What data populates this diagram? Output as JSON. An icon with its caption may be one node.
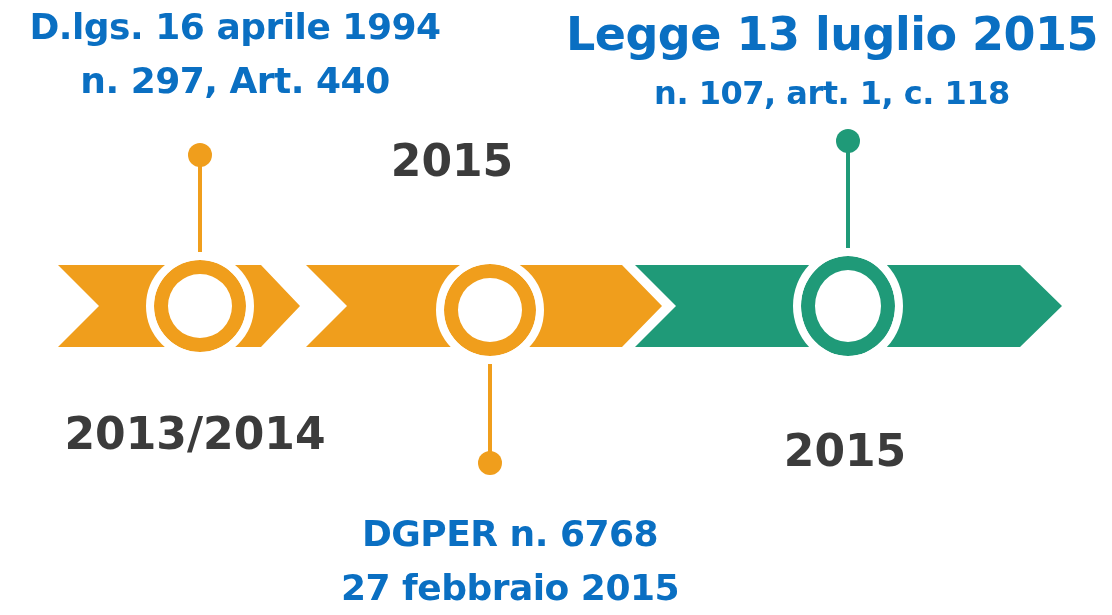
{
  "diagram": {
    "nodes": [
      {
        "text": [
          "D.lgs. 16 aprile 1994",
          "n. 297, Art. 440"
        ]
      },
      {
        "text": [
          "Legge 13 luglio 2015",
          "n. 107, art. 1, c. 118"
        ]
      },
      {
        "text": [
          "DGPER n. 6768",
          "27 febbraio 2015"
        ]
      },
      {
        "text": [],
        "shape": "circle"
      },
      {
        "text": [],
        "shape": "circle"
      },
      {
        "text": [],
        "shape": "circle"
      }
    ],
    "edges": [
      {
        "from": 0,
        "to": 3,
        "arrow": "other"
      },
      {
        "from": 2,
        "to": 4,
        "arrow": "other"
      },
      {
        "from": 1,
        "to": 5,
        "arrow": "other",
        "color": "#1f9a78"
      }
    ],
    "labels": [
      "2015",
      "2013/2014",
      "2015"
    ]
  }
}
